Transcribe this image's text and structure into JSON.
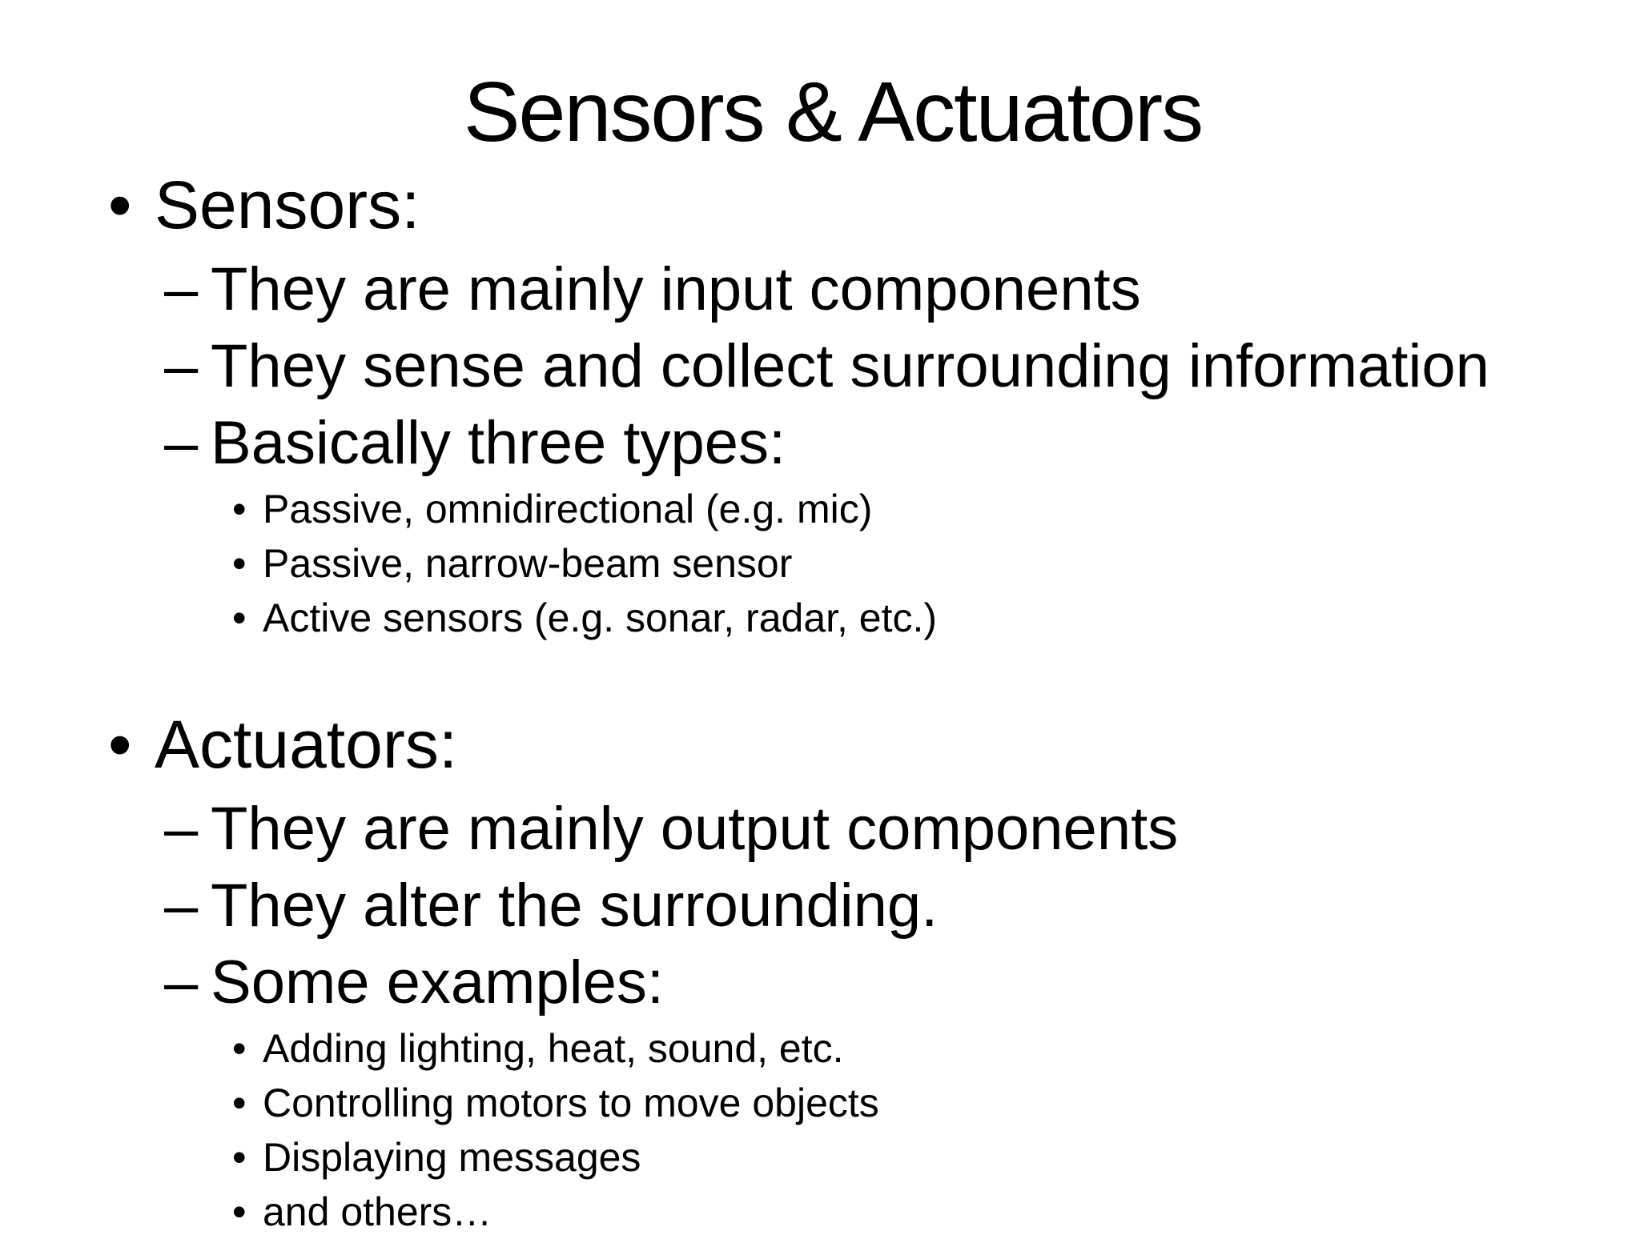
{
  "slide": {
    "title": "Sensors & Actuators",
    "sections": [
      {
        "heading": "Sensors:",
        "points": [
          "They are mainly input components",
          "They sense and collect surrounding information",
          "Basically three types:"
        ],
        "subpoints": [
          "Passive, omnidirectional (e.g. mic)",
          "Passive, narrow-beam sensor",
          "Active sensors (e.g. sonar, radar, etc.)"
        ]
      },
      {
        "heading": "Actuators:",
        "points": [
          "They are mainly output components",
          "They alter the surrounding.",
          "Some examples:"
        ],
        "subpoints": [
          "Adding lighting, heat, sound, etc.",
          "Controlling motors to move objects",
          "Displaying messages",
          "and others…"
        ]
      }
    ],
    "bullet_symbol": "•",
    "dash_symbol": "–"
  }
}
